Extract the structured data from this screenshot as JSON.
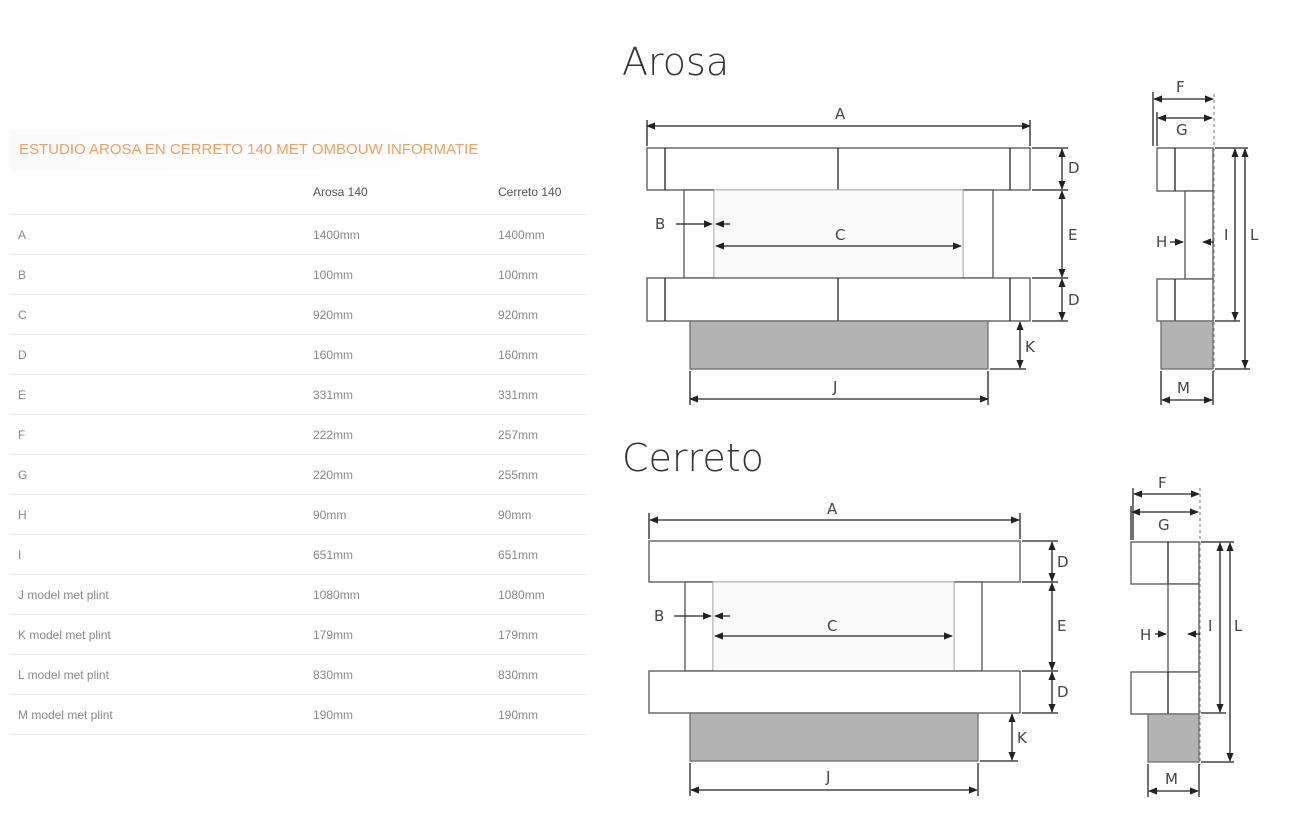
{
  "table": {
    "title": "ESTUDIO AROSA EN CERRETO 140 MET OMBOUW INFORMATIE",
    "headers": [
      "",
      "Arosa 140",
      "Cerreto 140"
    ],
    "rows": [
      [
        "A",
        "1400mm",
        "1400mm"
      ],
      [
        "B",
        "100mm",
        "100mm"
      ],
      [
        "C",
        "920mm",
        "920mm"
      ],
      [
        "D",
        "160mm",
        "160mm"
      ],
      [
        "E",
        "331mm",
        "331mm"
      ],
      [
        "F",
        "222mm",
        "257mm"
      ],
      [
        "G",
        "220mm",
        "255mm"
      ],
      [
        "H",
        "90mm",
        "90mm"
      ],
      [
        "I",
        "651mm",
        "651mm"
      ],
      [
        "J model met plint",
        "1080mm",
        "1080mm"
      ],
      [
        "K model met plint",
        "179mm",
        "179mm"
      ],
      [
        "L model met plint",
        "830mm",
        "830mm"
      ],
      [
        "M model met plint",
        "190mm",
        "190mm"
      ]
    ]
  },
  "diagrams": {
    "arosa": {
      "title": "Arosa"
    },
    "cerreto": {
      "title": "Cerreto"
    }
  },
  "labels": {
    "A": "A",
    "B": "B",
    "C": "C",
    "D": "D",
    "E": "E",
    "F": "F",
    "G": "G",
    "H": "H",
    "I": "I",
    "J": "J",
    "K": "K",
    "L": "L",
    "M": "M"
  },
  "colors": {
    "title_accent": "#f0a060",
    "plinth": "#b3b3b3"
  }
}
